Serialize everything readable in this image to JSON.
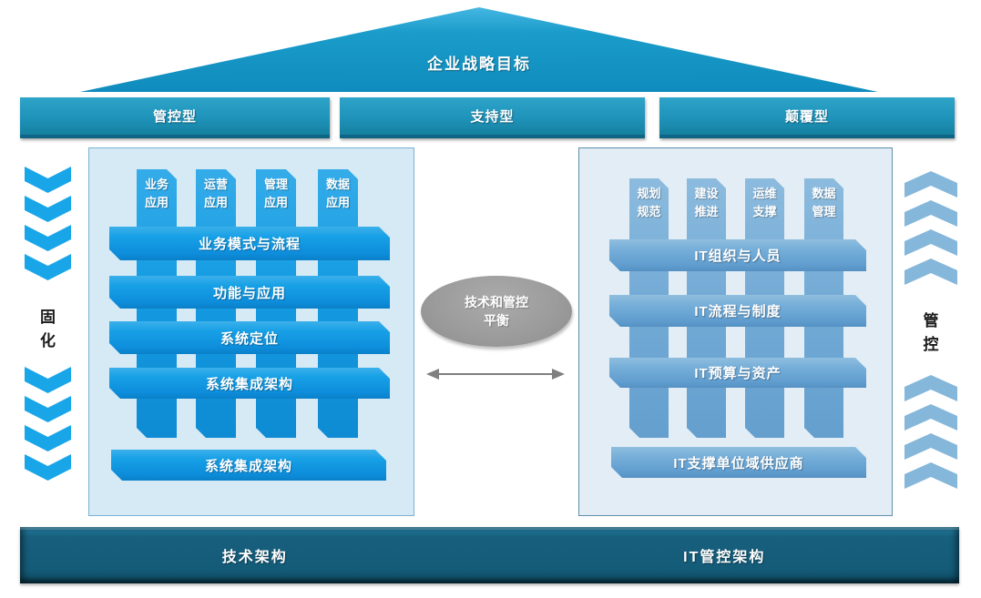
{
  "roof": {
    "title": "企业战略目标"
  },
  "type_bars": [
    {
      "label": "管控型"
    },
    {
      "label": "支持型"
    },
    {
      "label": "颠覆型"
    }
  ],
  "left_rail": {
    "label_chars": [
      "固",
      "化"
    ]
  },
  "right_rail": {
    "label_chars": [
      "管",
      "控"
    ]
  },
  "left_panel": {
    "columns": [
      {
        "lines": [
          "业务",
          "应用"
        ]
      },
      {
        "lines": [
          "运营",
          "应用"
        ]
      },
      {
        "lines": [
          "管理",
          "应用"
        ]
      },
      {
        "lines": [
          "数据",
          "应用"
        ]
      }
    ],
    "bars": [
      "业务模式与流程",
      "功能与应用",
      "系统定位",
      "系统集成架构"
    ],
    "footer_bar": "系统集成架构"
  },
  "right_panel": {
    "columns": [
      {
        "lines": [
          "规划",
          "规范"
        ]
      },
      {
        "lines": [
          "建设",
          "推进"
        ]
      },
      {
        "lines": [
          "运维",
          "支撑"
        ]
      },
      {
        "lines": [
          "数据",
          "管理"
        ]
      }
    ],
    "bars": [
      "IT组织与人员",
      "IT流程与制度",
      "IT预算与资产"
    ],
    "footer_bar": "IT支撑单位域供应商"
  },
  "center": {
    "ellipse_lines": [
      "技术和管控",
      "平衡"
    ]
  },
  "bottom_bar": {
    "left": "技术架构",
    "right": "IT管控架构"
  },
  "colors": {
    "left_blue": "#0f8fdb",
    "right_blue": "#6aa6d4",
    "header_teal": "#1f93ba",
    "bottom_teal": "#145b78",
    "rail_left_blue": "#19a6e8",
    "rail_right_blue": "#85b7da",
    "ellipse_gray": "#9c9c9c",
    "panel_bg_left": "#d6eaf6",
    "panel_bg_right": "#e2edf5"
  }
}
